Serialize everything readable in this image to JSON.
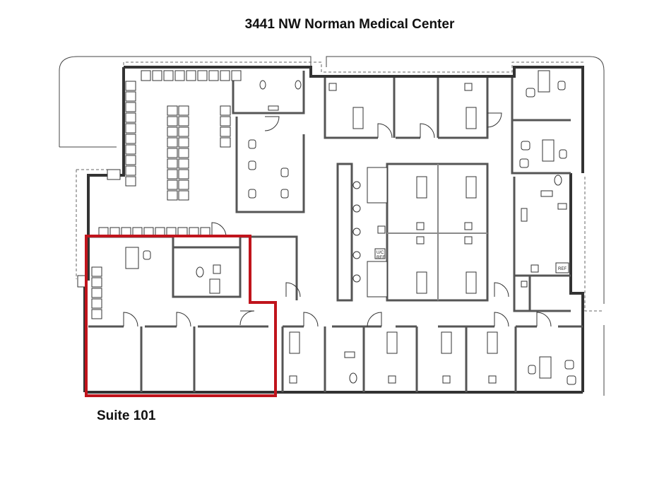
{
  "title": "3441 NW Norman Medical Center",
  "suite": {
    "label": "Suite 101",
    "highlight_color": "#c0141c"
  },
  "tags": {
    "ref_main": "REF",
    "ref_nurse": "U/C\nREF"
  },
  "colors": {
    "walls": "#555555",
    "background": "#ffffff"
  }
}
